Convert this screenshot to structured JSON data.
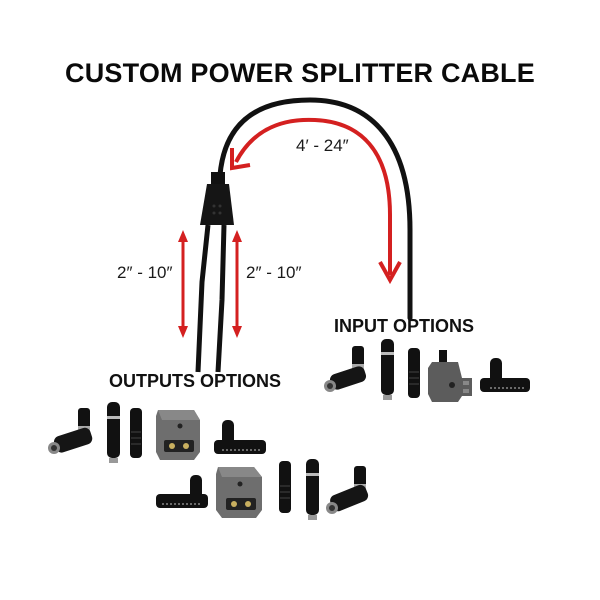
{
  "title": "CUSTOM POWER SPLITTER CABLE",
  "dimensions": {
    "main_length": "4′ - 24″",
    "branch_left_length": "2″ - 10″",
    "branch_right_length": "2″ - 10″"
  },
  "sections": {
    "input_label": "INPUT OPTIONS",
    "output_label": "OUTPUTS OPTIONS"
  },
  "input_connectors": [
    {
      "type": "right-angle-lemo-connector"
    },
    {
      "type": "straight-lemo-connector-long"
    },
    {
      "type": "straight-lemo-connector-short"
    },
    {
      "type": "d-tap-male-connector"
    },
    {
      "type": "right-angle-flat-connector"
    }
  ],
  "output_connectors_row1": [
    {
      "type": "right-angle-lemo-connector"
    },
    {
      "type": "straight-lemo-connector-long"
    },
    {
      "type": "straight-lemo-connector-short"
    },
    {
      "type": "d-tap-female-connector"
    },
    {
      "type": "right-angle-flat-connector"
    }
  ],
  "output_connectors_row2": [
    {
      "type": "right-angle-flat-connector"
    },
    {
      "type": "d-tap-female-connector"
    },
    {
      "type": "straight-lemo-connector-short"
    },
    {
      "type": "straight-lemo-connector-long"
    },
    {
      "type": "right-angle-lemo-connector"
    }
  ],
  "colors": {
    "cable": "#111111",
    "arrow": "#d42020",
    "dtap_body": "#6e6e6e"
  }
}
